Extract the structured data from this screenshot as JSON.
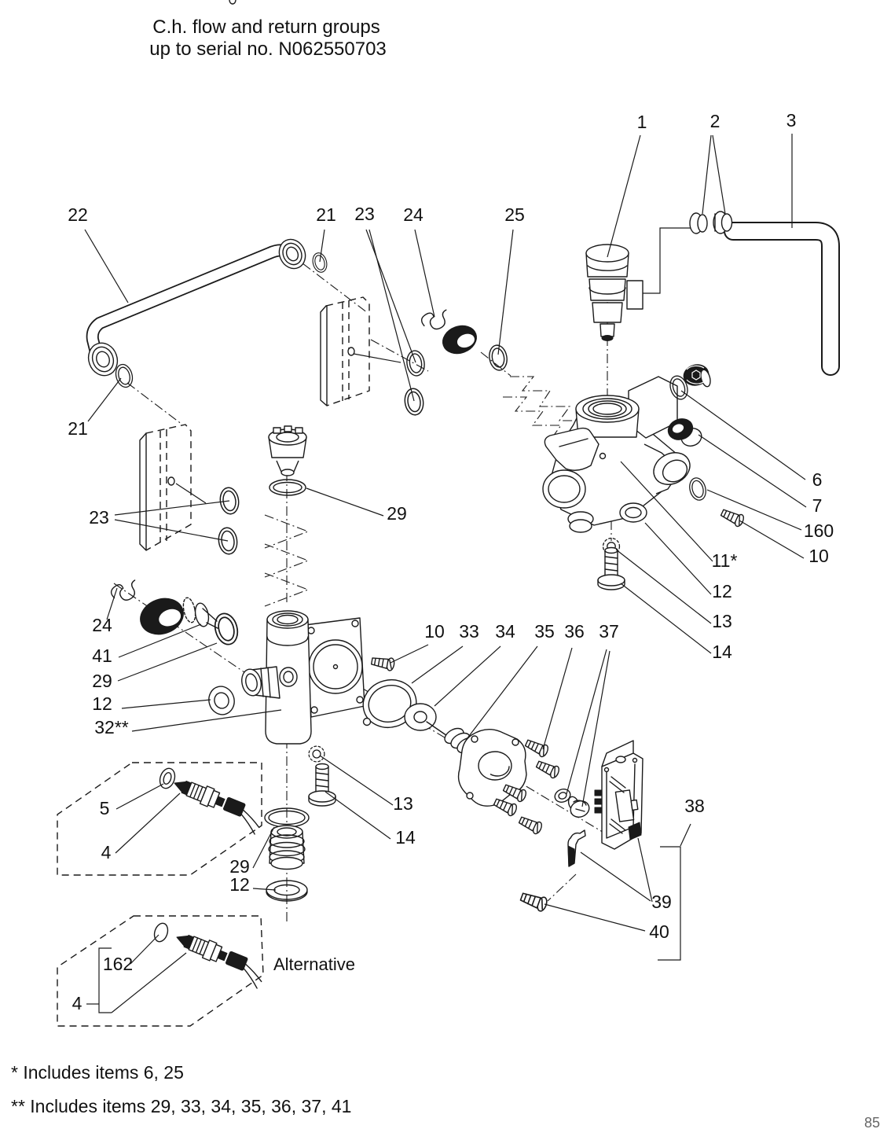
{
  "title": {
    "line1": "C.h. flow and return groups",
    "line2": "up to serial no. N062550703"
  },
  "footnotes": {
    "first": "* Includes items 6, 25",
    "second": "** Includes items 29, 33, 34, 35, 36, 37, 41"
  },
  "alternative_label": "Alternative",
  "page_number": "85",
  "colors": {
    "line": "#1a1a1a",
    "background": "#ffffff"
  },
  "callouts": [
    "1",
    "2",
    "3",
    "22",
    "21",
    "23",
    "24",
    "25",
    "21",
    "23",
    "29",
    "6",
    "7",
    "160",
    "10",
    "11*",
    "12",
    "13",
    "14",
    "24",
    "41",
    "29",
    "12",
    "32**",
    "10",
    "33",
    "34",
    "35",
    "36",
    "37",
    "5",
    "4",
    "29",
    "12",
    "13",
    "14",
    "38",
    "39",
    "40",
    "162",
    "4"
  ]
}
